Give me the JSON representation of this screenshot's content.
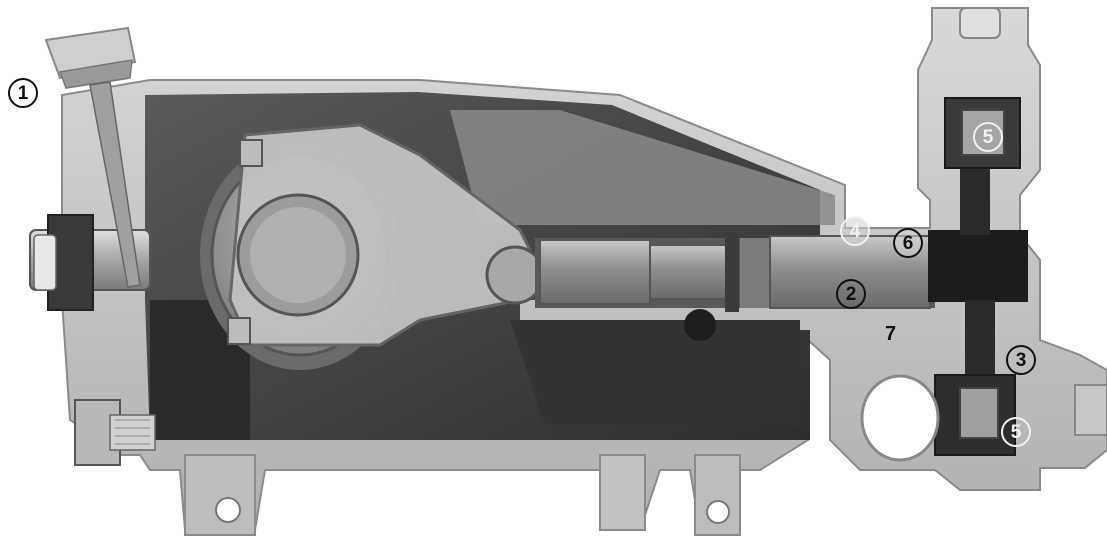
{
  "callouts": {
    "c1": "1",
    "c2": "2",
    "c3": "3",
    "c4": "4",
    "c5_top": "5",
    "c5_bottom": "5",
    "c6": "6",
    "c7": "7"
  },
  "colors": {
    "background": "#ffffff",
    "housing_light": "#c8c8c8",
    "housing_mid": "#a8a8a8",
    "crankcase_dark": "#4a4a4a",
    "oil_dark": "#2a2a2a",
    "steel": "#b5b5b5"
  },
  "icons": {
    "main_image": "pump-cutaway-photo"
  }
}
